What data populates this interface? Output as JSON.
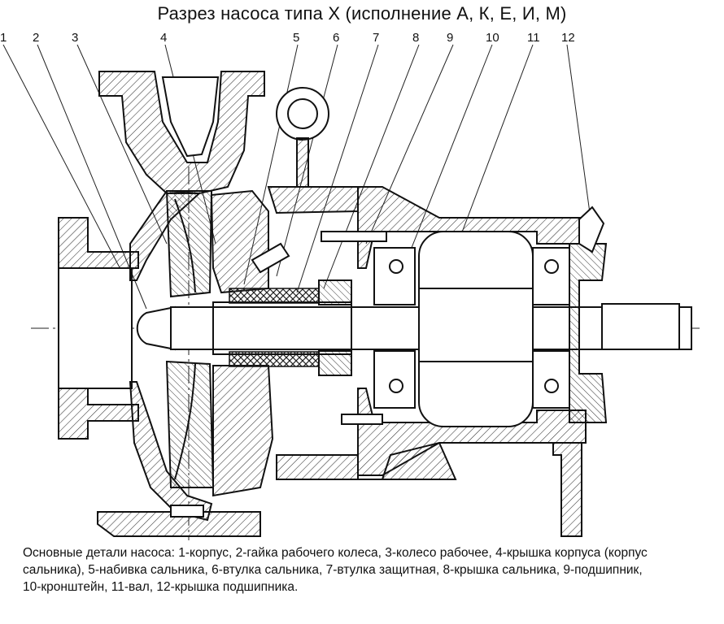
{
  "title": "Разрез насоса типа Х (исполнение А, К, Е, И, М)",
  "callouts": [
    "1",
    "2",
    "3",
    "4",
    "5",
    "6",
    "7",
    "8",
    "9",
    "10",
    "11",
    "12"
  ],
  "caption": {
    "line1": "Основные детали насоса: 1-корпус, 2-гайка рабочего колеса, 3-колесо рабочее, 4-крышка корпуса (корпус",
    "line2": "сальника), 5-набивка сальника, 6-втулка сальника, 7-втулка защитная, 8-крышка сальника, 9-подшипник,",
    "line3": "10-кронштейн, 11-вал, 12-крышка подшипника."
  }
}
